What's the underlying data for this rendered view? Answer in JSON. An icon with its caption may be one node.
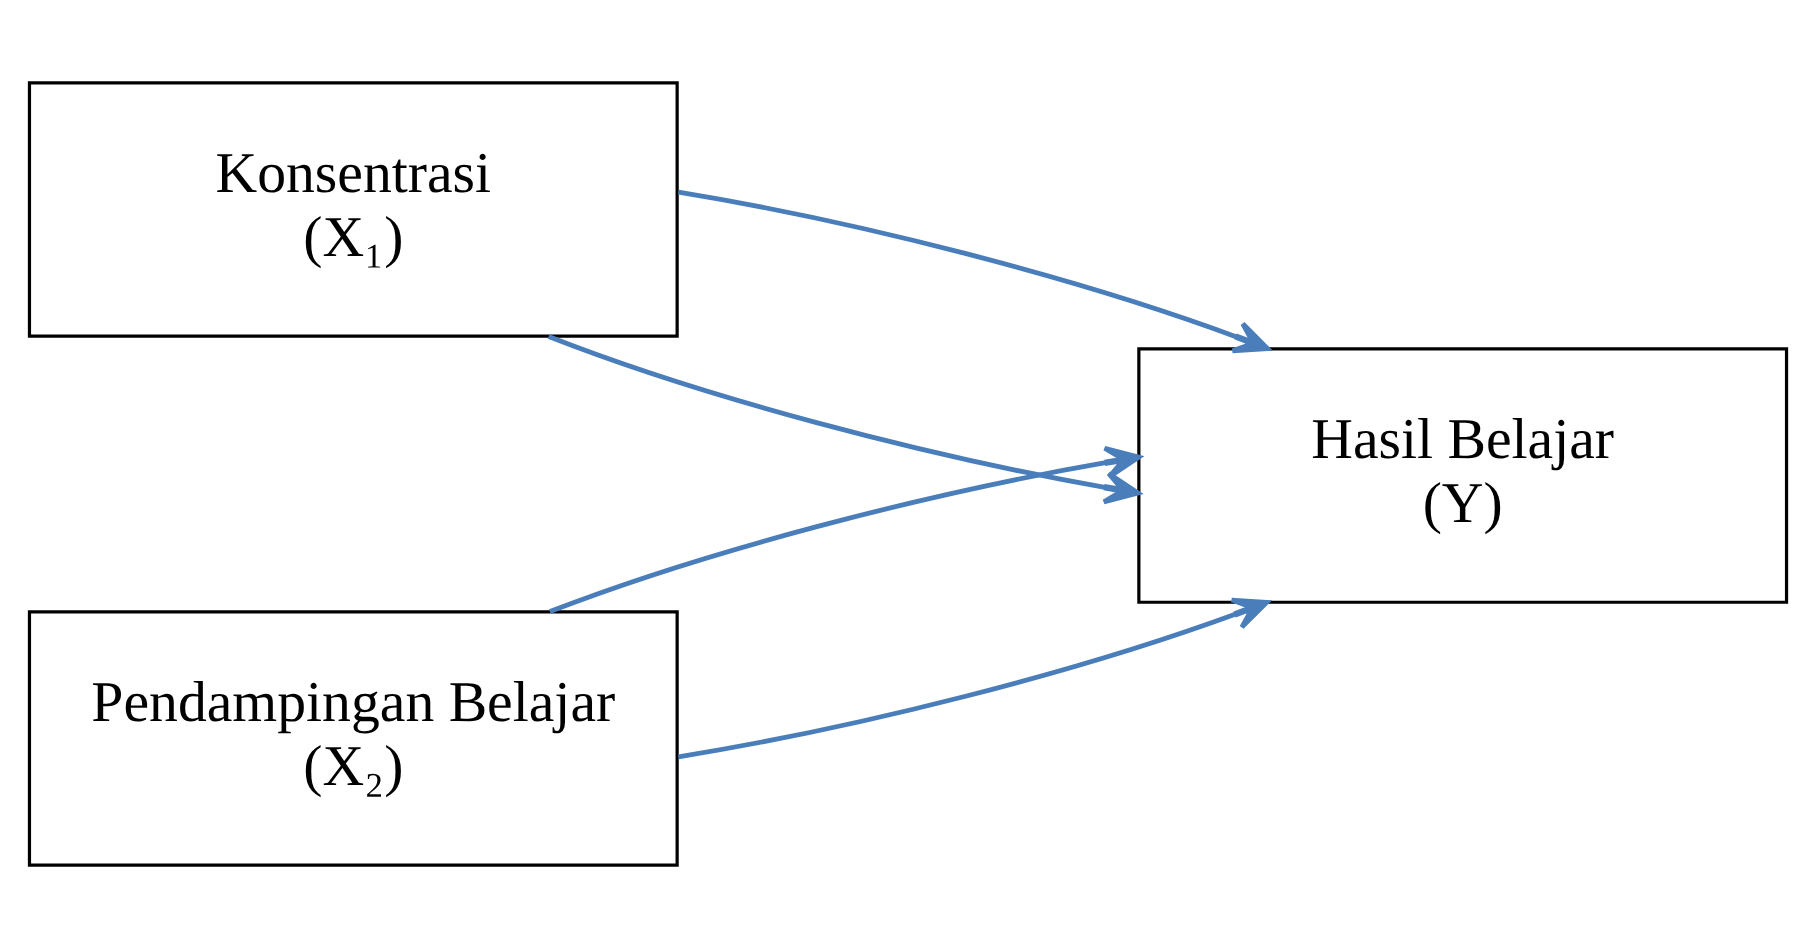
{
  "diagram": {
    "nodes": [
      {
        "text": [
          "Konsentrasi",
          "(X₁)"
        ]
      },
      {
        "text": [
          "Pendampingan Belajar",
          "(X₂)"
        ]
      },
      {
        "text": [
          "Hasil Belajar",
          "(Y)"
        ]
      }
    ],
    "edges": [
      {
        "from": 0,
        "to": 2,
        "arrow": "to"
      },
      {
        "from": 0,
        "to": 2,
        "arrow": "to"
      },
      {
        "from": 1,
        "to": 2,
        "arrow": "to"
      },
      {
        "from": 1,
        "to": 2,
        "arrow": "to"
      }
    ]
  }
}
